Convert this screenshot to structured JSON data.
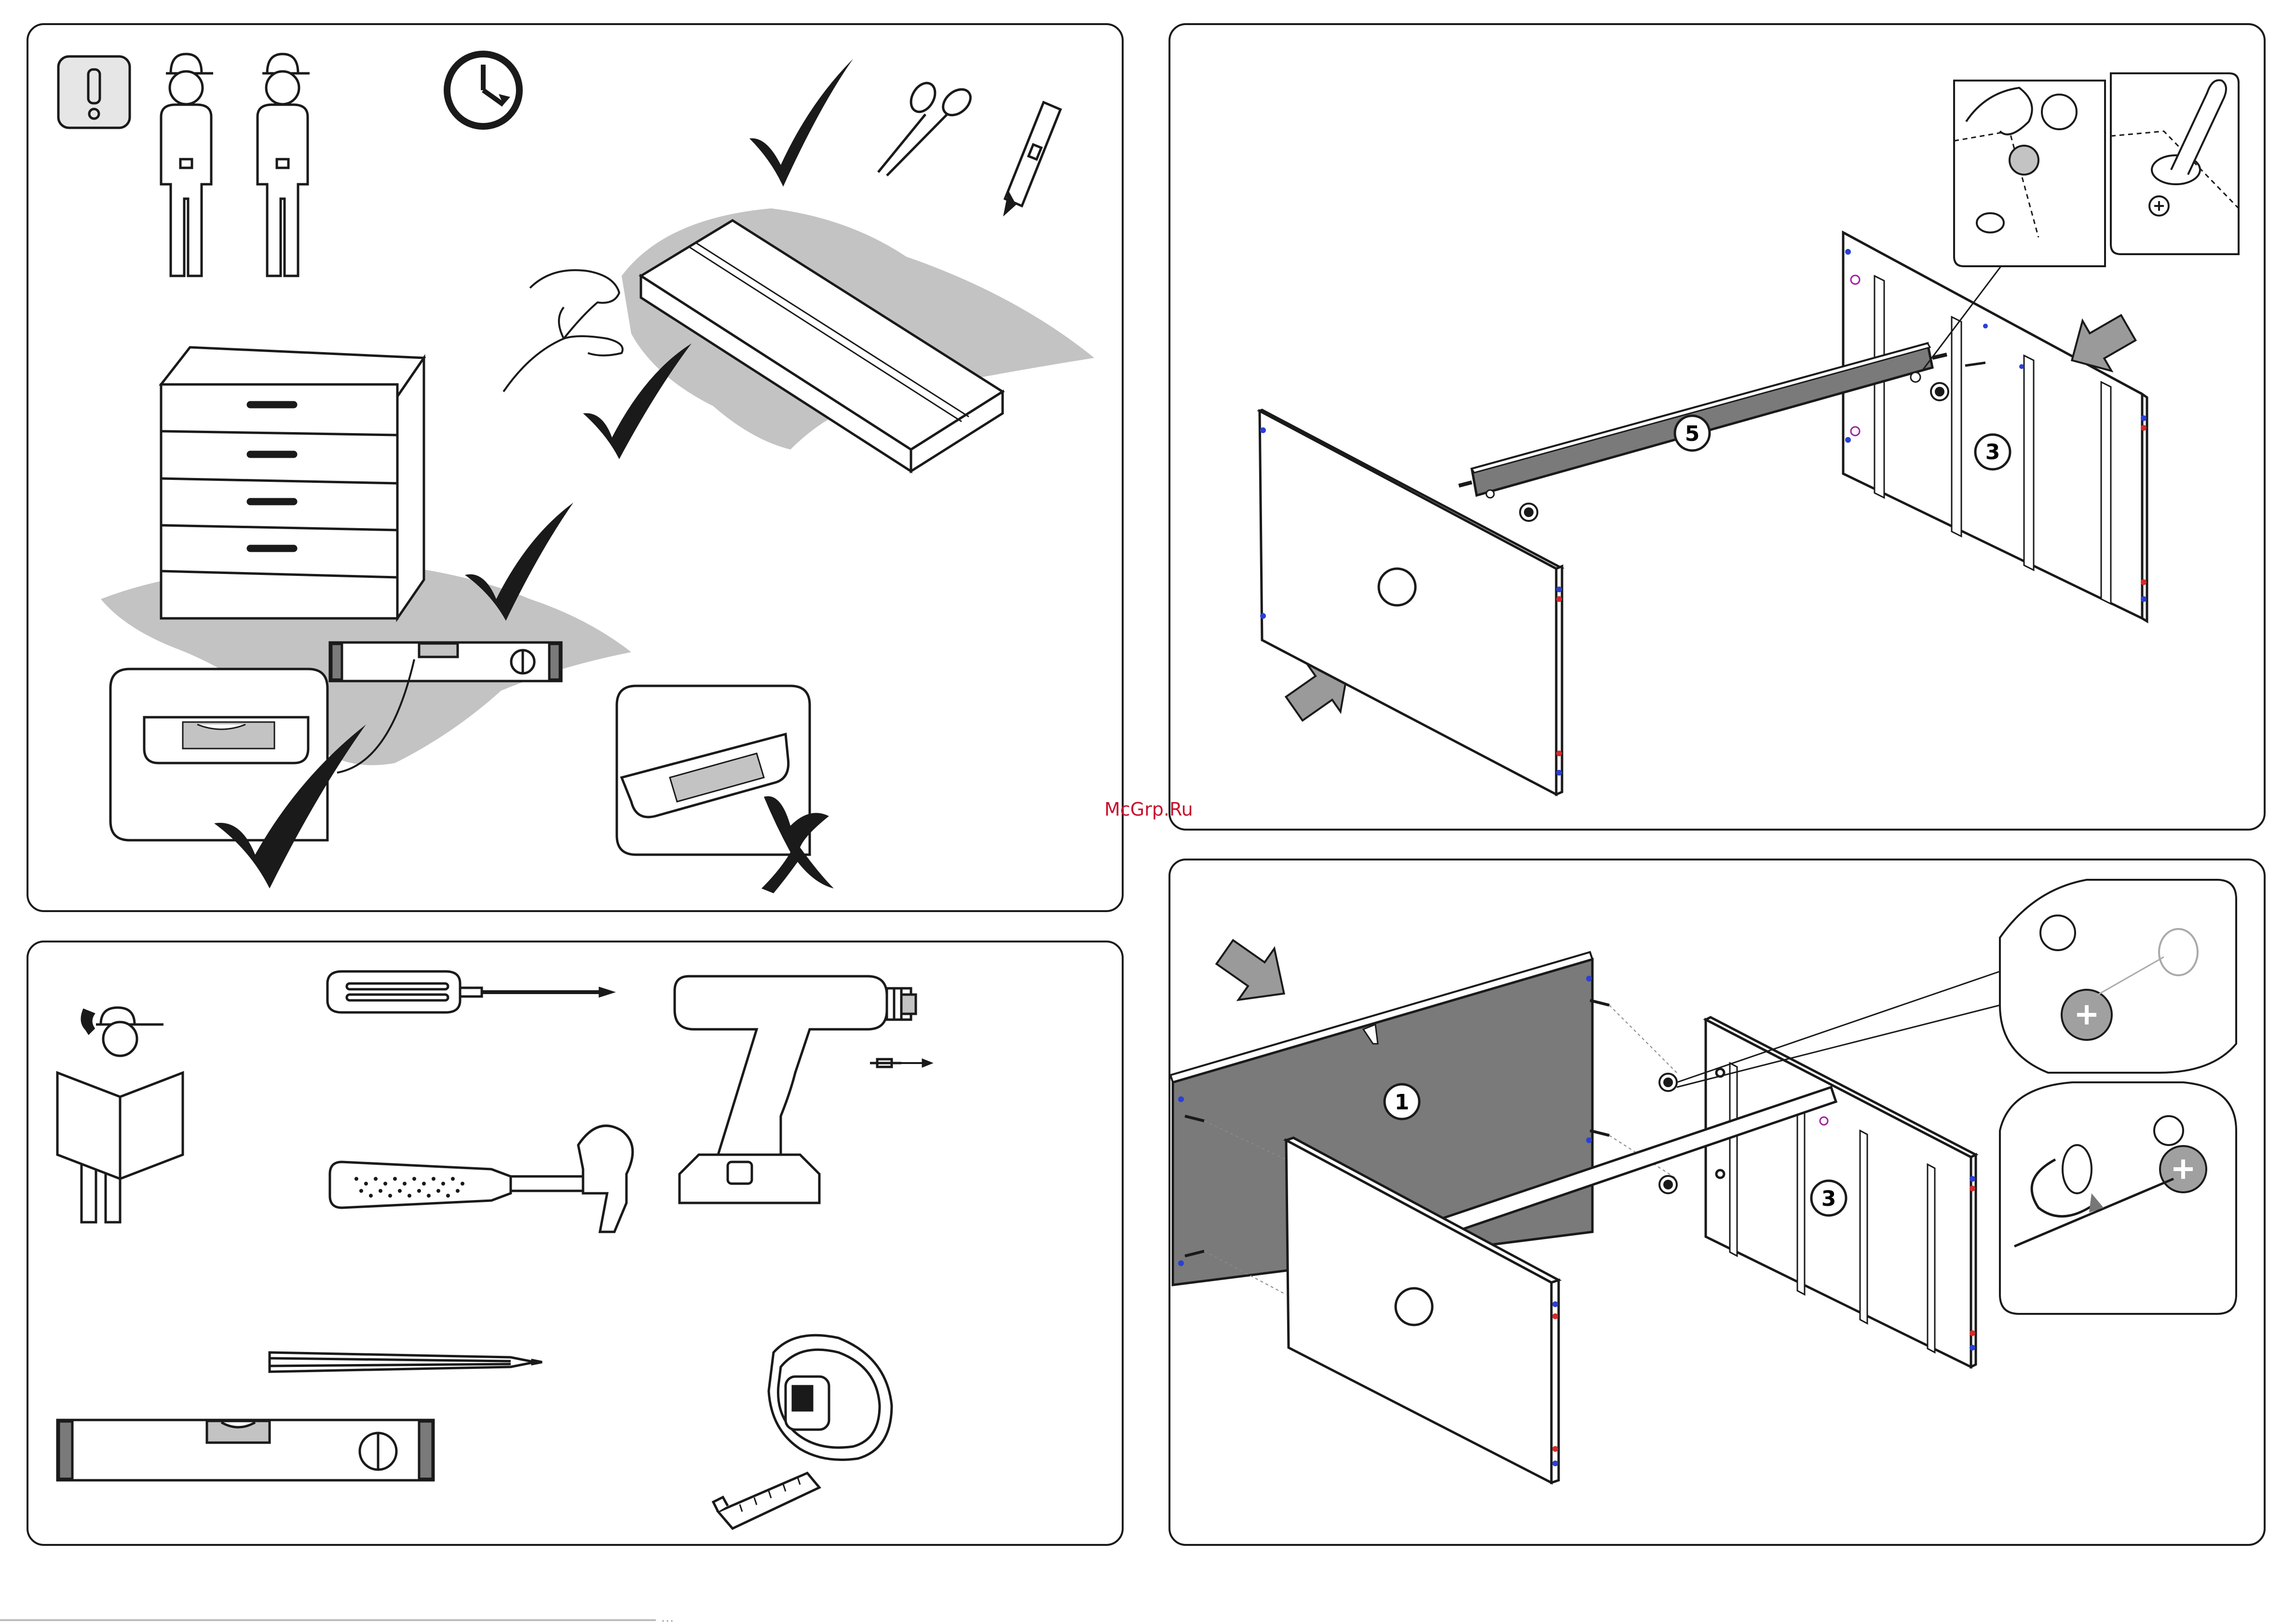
{
  "watermark": "McGrp.Ru",
  "footer_text": "• • •",
  "panels": {
    "preparation": {
      "warning_symbol": "!",
      "icons": [
        "warning-icon",
        "two-person-icon",
        "clock-icon",
        "checkmark-icon",
        "scissors-icon",
        "utility-knife-icon",
        "cross-icon"
      ]
    },
    "tools": {
      "icons": [
        "call-support-icon",
        "screwdriver-icon",
        "drill-icon",
        "hammer-icon",
        "pencil-icon",
        "spirit-level-icon",
        "tape-measure-icon"
      ]
    },
    "step_a": {
      "part_labels": [
        "5",
        "3"
      ]
    },
    "step_b": {
      "part_labels": [
        "1",
        "3"
      ]
    }
  },
  "colors": {
    "line": "#1a1a1a",
    "panel_gray": "#7a7a7a",
    "shadow_gray": "#c3c3c3",
    "dot_blue": "#2b3fd6",
    "dot_red": "#d62b2b",
    "dot_purple": "#a020a0"
  }
}
